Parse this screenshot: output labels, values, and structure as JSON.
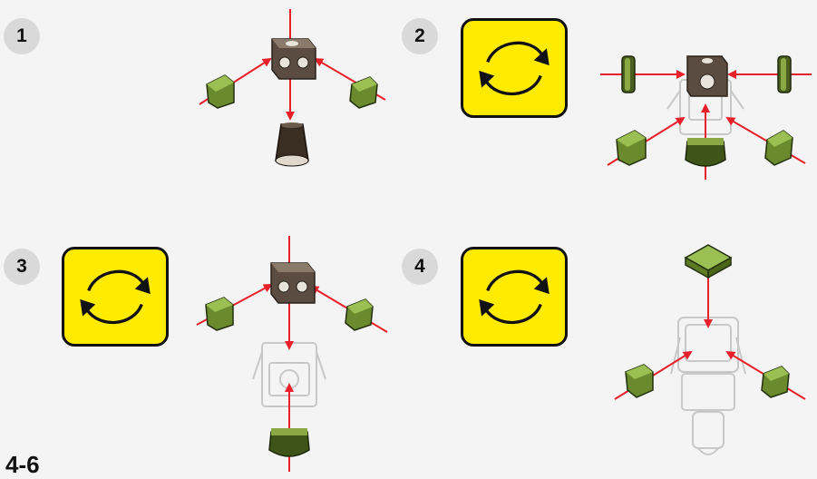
{
  "steps": [
    {
      "number": "1"
    },
    {
      "number": "2"
    },
    {
      "number": "3"
    },
    {
      "number": "4"
    }
  ],
  "page_label": "4-6",
  "colors": {
    "background": "#f4f4f4",
    "rotate_box_fill": "#ffeb00",
    "arrow_red": "#e8202a",
    "brick_green": "#6b8a2e",
    "brick_dark": "#3a2d22",
    "ghost_outline": "#c8c8c8"
  },
  "icons": [
    "rotate-model-icon",
    "connector-cube-icon",
    "green-slope-brick-icon",
    "cone-brick-icon",
    "flat-tile-brick-icon",
    "red-insertion-arrow-icon"
  ]
}
